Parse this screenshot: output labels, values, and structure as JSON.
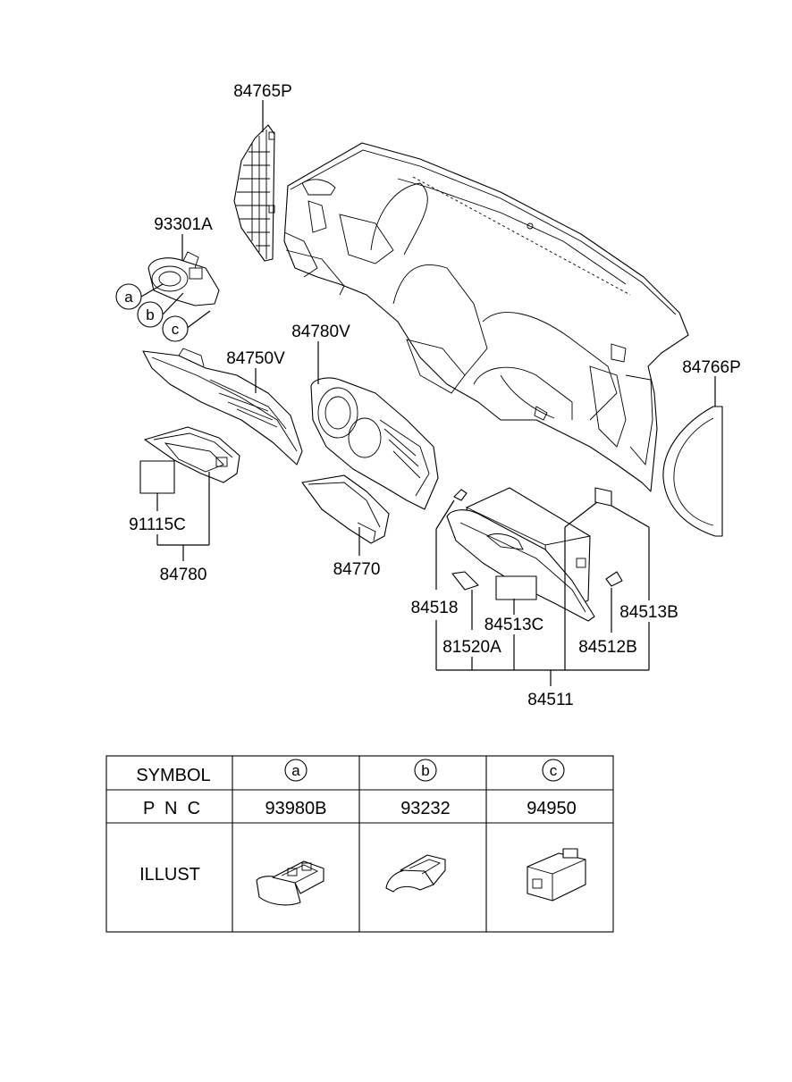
{
  "parts": {
    "p84765P": "84765P",
    "p93301A": "93301A",
    "p84780V": "84780V",
    "p84750V": "84750V",
    "p84766P": "84766P",
    "p91115C": "91115C",
    "p84780": "84780",
    "p84770": "84770",
    "p84518": "84518",
    "p84513C": "84513C",
    "p84513B": "84513B",
    "p81520A": "81520A",
    "p84512B": "84512B",
    "p84511": "84511"
  },
  "callouts": {
    "a": "a",
    "b": "b",
    "c": "c"
  },
  "table": {
    "symbol_label": "SYMBOL",
    "pnc_label": "P  N  C",
    "illust_label": "ILLUST",
    "columns": [
      {
        "symbol": "a",
        "pnc": "93980B"
      },
      {
        "symbol": "b",
        "pnc": "93232"
      },
      {
        "symbol": "c",
        "pnc": "94950"
      }
    ]
  }
}
